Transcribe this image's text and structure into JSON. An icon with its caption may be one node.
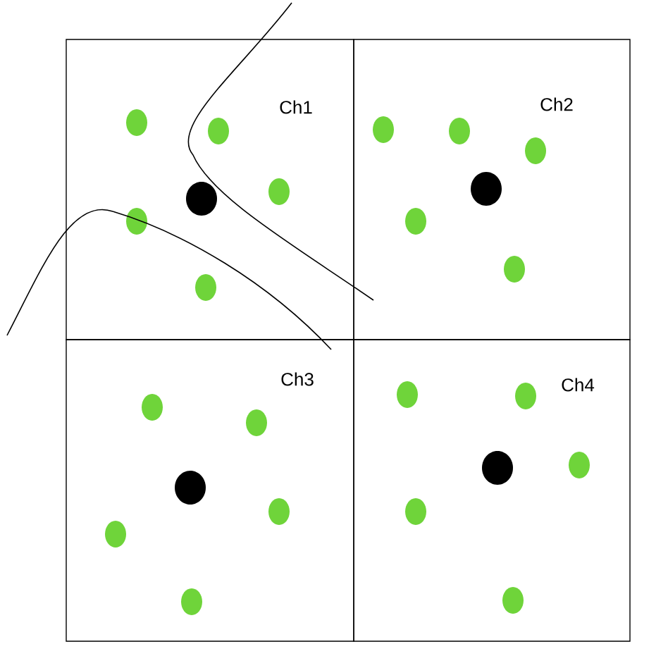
{
  "diagram": {
    "nodes": [
      {
        "text": [
          "Ch1"
        ]
      },
      {
        "text": [
          "Ch2"
        ]
      },
      {
        "text": [
          "Ch3"
        ]
      },
      {
        "text": [
          "Ch4"
        ]
      }
    ]
  }
}
